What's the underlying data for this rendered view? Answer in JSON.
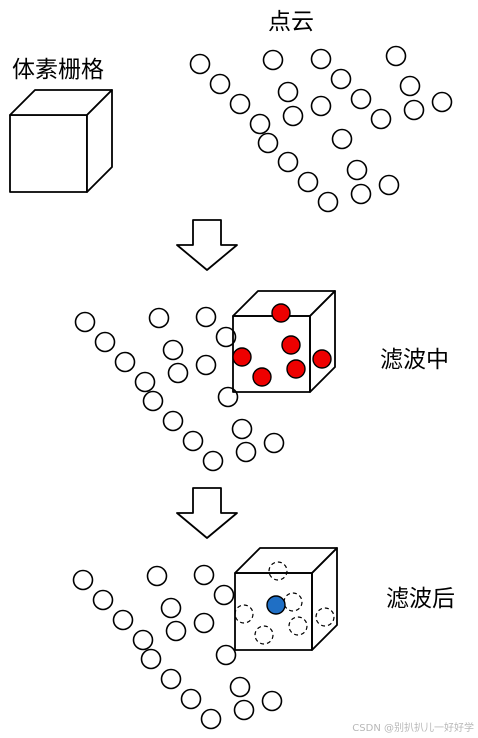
{
  "labels": {
    "voxel_grid": "体素栅格",
    "point_cloud": "点云",
    "filtering": "滤波中",
    "filtered": "滤波后"
  },
  "watermark": "CSDN @别扒扒儿一好好学",
  "colors": {
    "selected_points": "#ee0000",
    "centroid": "#1f6fc5",
    "stroke": "#000000"
  }
}
